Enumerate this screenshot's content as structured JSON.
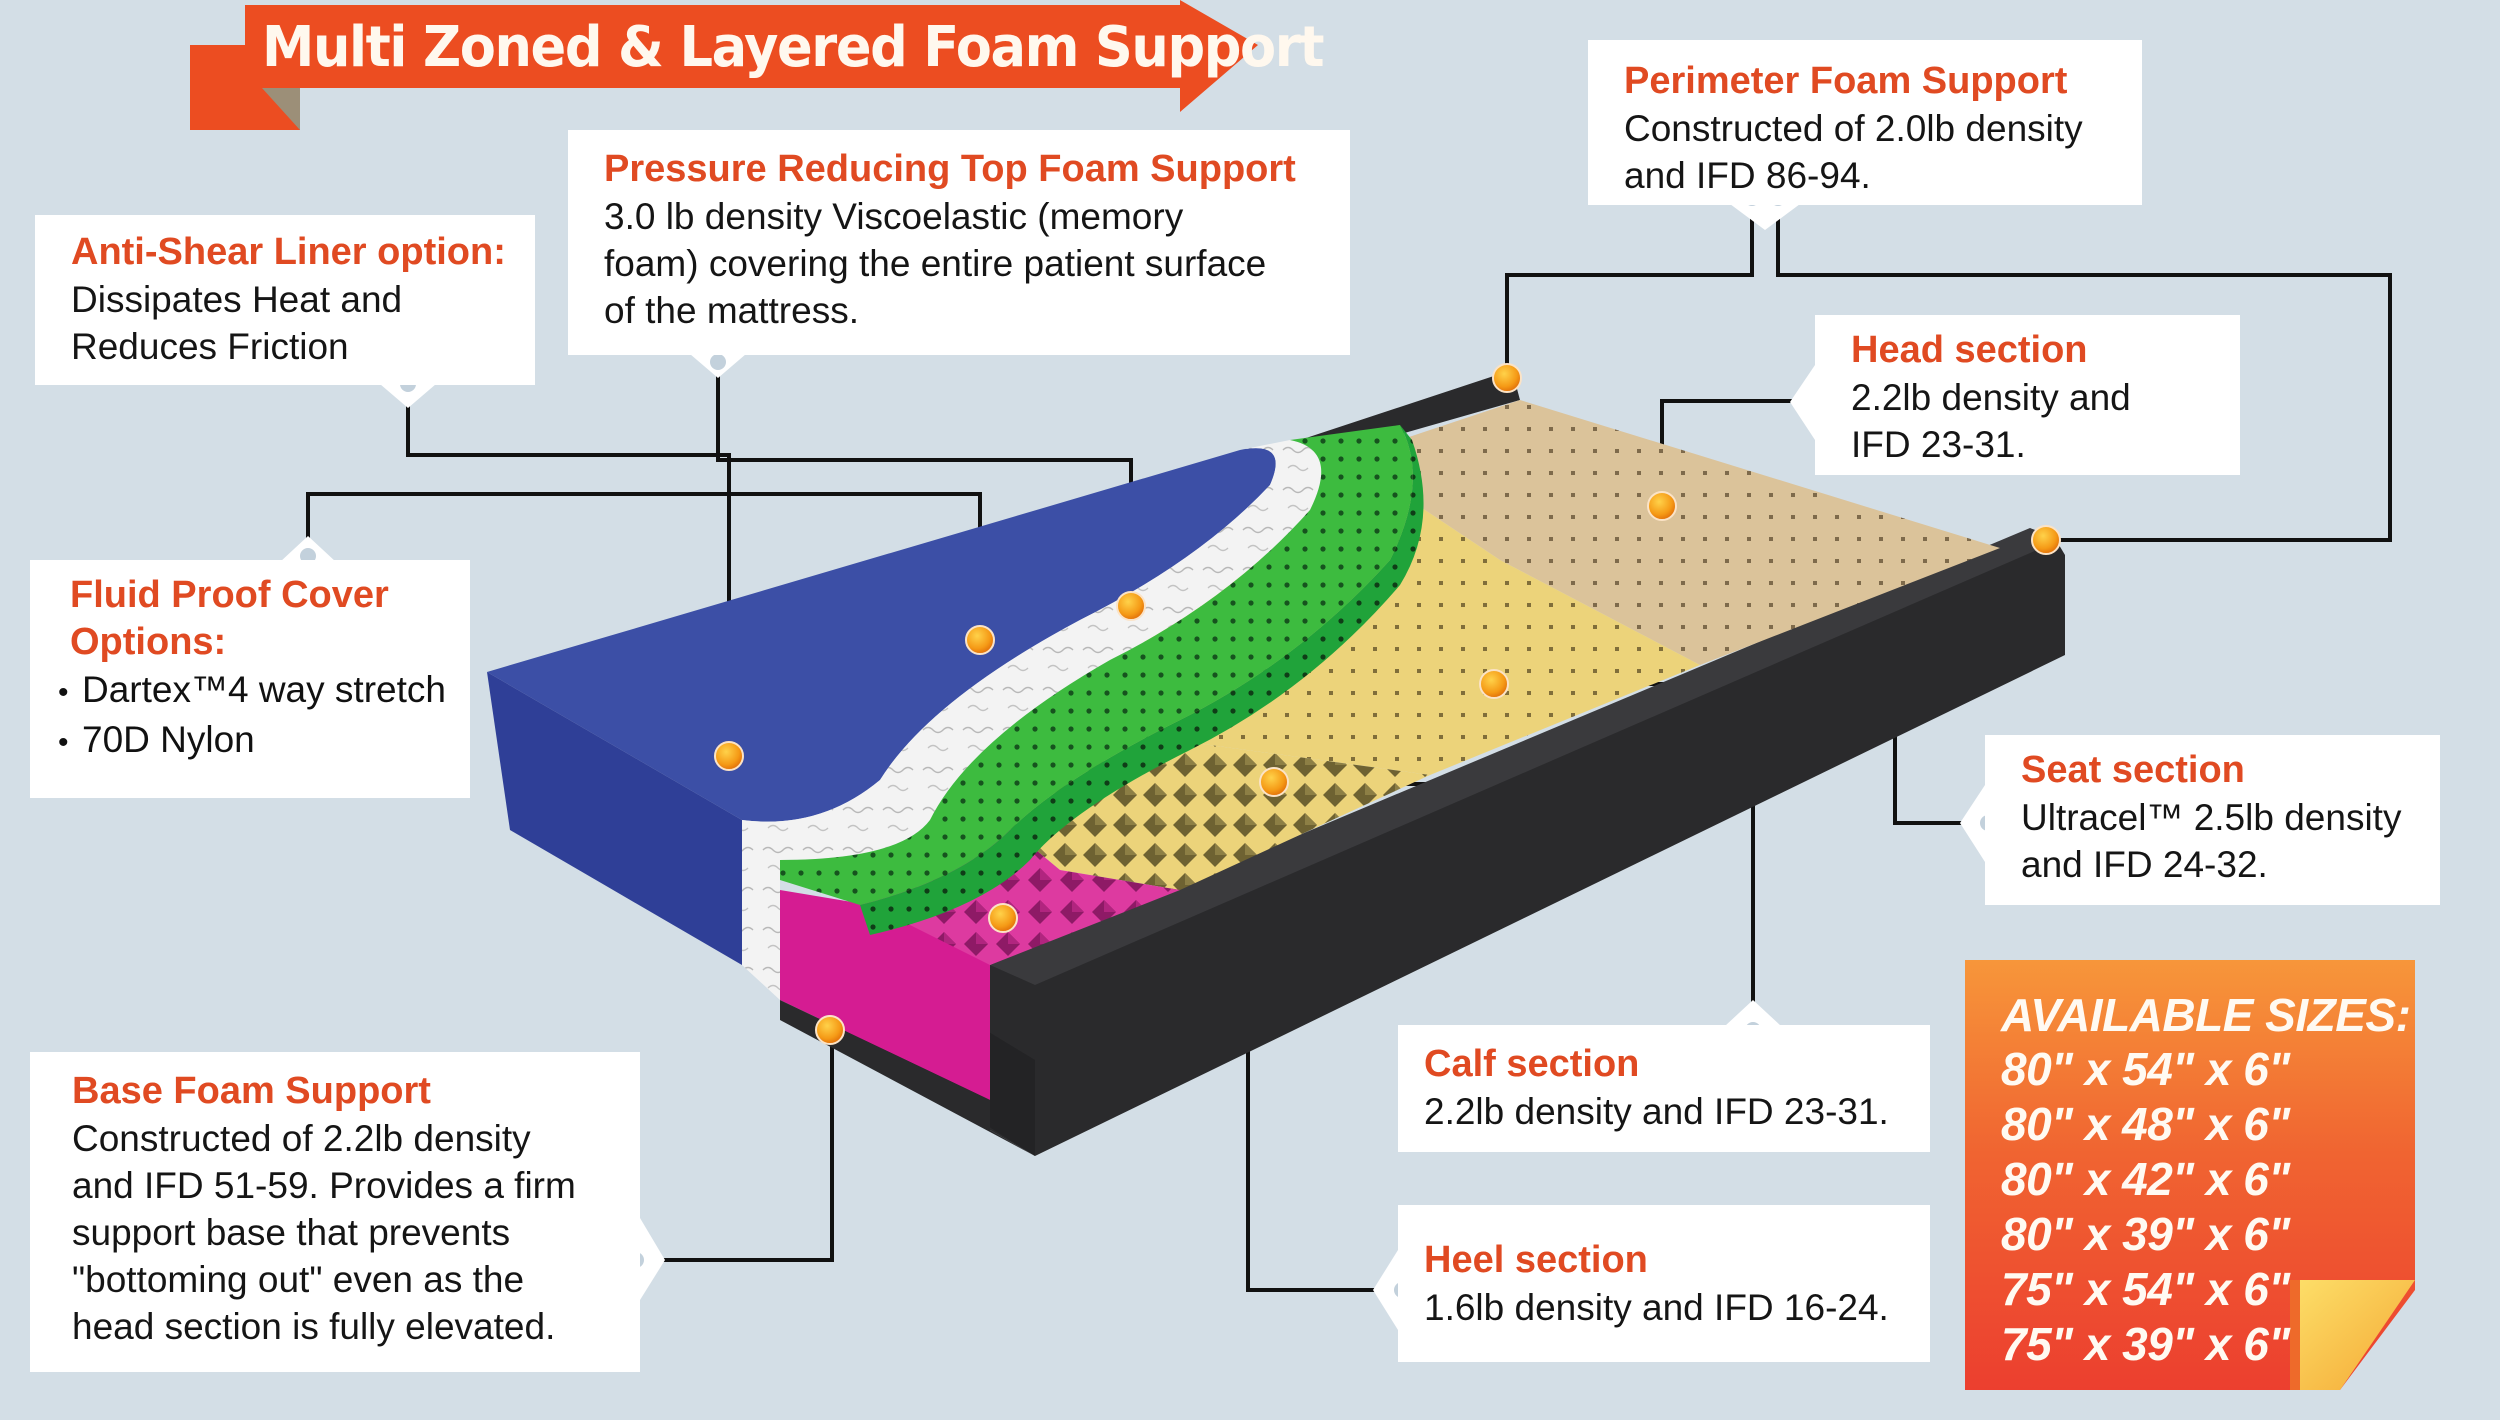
{
  "banner": {
    "title": "Multi Zoned & Layered Foam Support"
  },
  "callouts": {
    "perimeter": {
      "title": "Perimeter Foam Support",
      "lines": [
        "Constructed of 2.0lb density",
        "and IFD 86-94."
      ]
    },
    "pressure": {
      "title": "Pressure Reducing Top Foam Support",
      "lines": [
        "3.0 lb density Viscoelastic (memory",
        "foam) covering the entire patient surface",
        "of the mattress."
      ]
    },
    "anti_shear": {
      "title": "Anti-Shear Liner option:",
      "lines": [
        "Dissipates Heat and",
        "Reduces Friction"
      ]
    },
    "head": {
      "title": "Head section",
      "lines": [
        "2.2lb density and",
        "IFD 23-31."
      ]
    },
    "fluid_proof": {
      "title_lines": [
        "Fluid Proof Cover",
        "Options:"
      ],
      "bullet": "•",
      "items": [
        "Dartex™4 way stretch",
        "70D Nylon"
      ]
    },
    "seat": {
      "title": "Seat section",
      "lines": [
        "Ultracel™ 2.5lb density",
        "and IFD 24-32."
      ]
    },
    "calf": {
      "title": "Calf section",
      "lines": [
        "2.2lb density and IFD 23-31."
      ]
    },
    "heel": {
      "title": "Heel section",
      "lines": [
        "1.6lb density and IFD 16-24."
      ]
    },
    "base": {
      "title": "Base Foam Support",
      "lines": [
        "Constructed of 2.2lb density",
        "and IFD 51-59. Provides a firm",
        "support base that prevents",
        "\"bottoming out\" even as the",
        "head section is fully elevated."
      ]
    }
  },
  "available_sizes": {
    "header": "AVAILABLE SIZES:",
    "sizes": [
      "80\" x 54\" x 6\"",
      "80\" x 48\" x 6\"",
      "80\" x 42\" x 6\"",
      "80\" x 39\" x 6\"",
      "75\" x 54\" x 6\"",
      "75\" x 39\" x 6\""
    ]
  },
  "colors": {
    "background": "#d3dee6",
    "accent_orange": "#ec4d21",
    "heading_orange": "#e04a22",
    "cover_blue": "#3c4fa6",
    "top_foam_green": "#3dbb3f",
    "liner_white": "#f4f4f4",
    "seat_yellow": "#ecd37a",
    "head_tan": "#dcc49a",
    "heel_magenta": "#d51c92",
    "perimeter_black": "#2a2a2c",
    "pin_orange": "#f6a21a"
  },
  "icons": {
    "marker": "orange-pin-dot",
    "anchor": "grey-anchor-dot"
  }
}
